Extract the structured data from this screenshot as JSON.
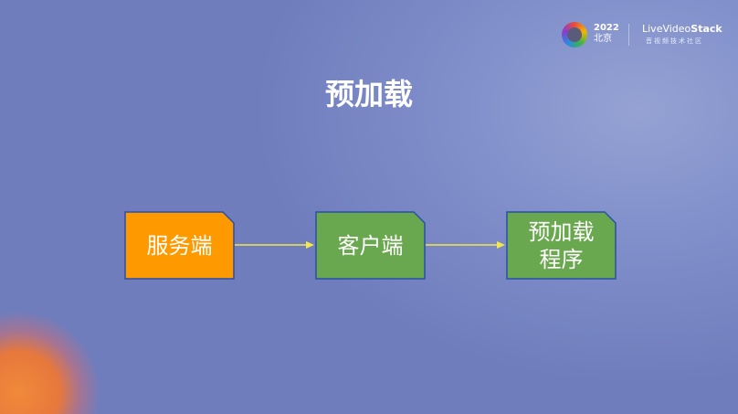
{
  "slide": {
    "title": "预加载"
  },
  "logo": {
    "year": "2022",
    "city": "北京",
    "brand_prefix": "LiveVideo",
    "brand_suffix": "Stack",
    "tagline": "音视频技术社区"
  },
  "flow": {
    "nodes": [
      {
        "label": "服务端",
        "color": "#ff9900"
      },
      {
        "label": "客户端",
        "color": "#6aa84f"
      },
      {
        "label": "预加载\n程序",
        "color": "#6aa84f"
      }
    ],
    "arrow_color": "#f2e84a",
    "border_color": "#2a4fa8"
  }
}
